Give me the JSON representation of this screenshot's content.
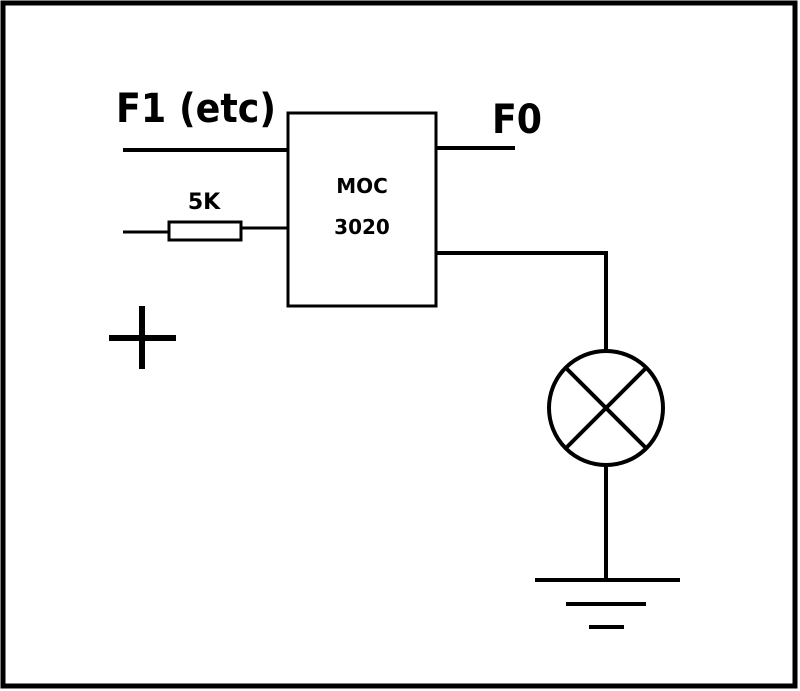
{
  "labels": {
    "input_label": "F1 (etc)",
    "output_label": "F0",
    "resistor_value": "5K",
    "chip_line1": "MOC",
    "chip_line2": "3020",
    "polarity": "+"
  },
  "colors": {
    "ink": "#000000",
    "background": "#ffffff"
  },
  "components": {
    "resistor": "5K",
    "optocoupler": "MOC 3020",
    "lamp": "lamp-icon",
    "ground": "ground-icon"
  }
}
